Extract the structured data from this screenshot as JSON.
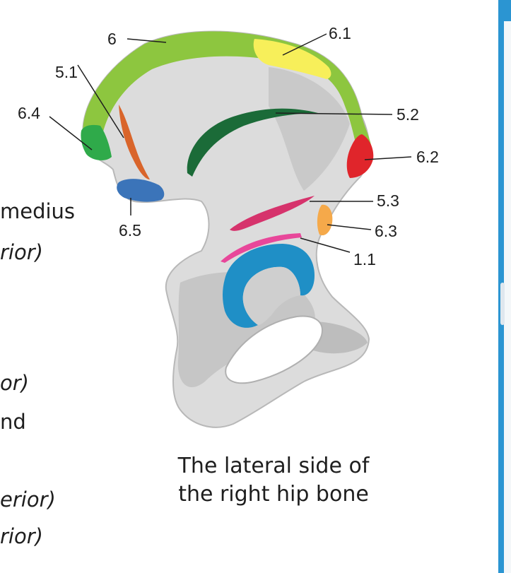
{
  "left_text": [
    "medius",
    "rior)",
    "or)",
    "nd",
    "erior)",
    "rior)"
  ],
  "labels": {
    "l6": "6",
    "l61": "6.1",
    "l51": "5.1",
    "l64": "6.4",
    "l52": "5.2",
    "l62": "6.2",
    "l53": "5.3",
    "l65": "6.5",
    "l63": "6.3",
    "l11": "1.1"
  },
  "caption": {
    "line1": "The lateral side of",
    "line2": "the right hip bone"
  },
  "colors": {
    "bone": "#dcdcdc",
    "bone_shadow": "#b9b9b9",
    "crest_green": "#8dc63f",
    "yellow": "#f7ef5a",
    "dark_green": "#1b6b38",
    "green_6_4": "#2faa4a",
    "orange_5_1": "#d9652b",
    "red_6_2": "#e0252b",
    "blue_6_5": "#3b74b9",
    "magenta_5_3": "#d6336c",
    "orange_6_3": "#f5a94a",
    "pink_1_1": "#e8479a",
    "acetabulum_blue": "#1f8fc6",
    "sidebar": "#2b95d2"
  }
}
